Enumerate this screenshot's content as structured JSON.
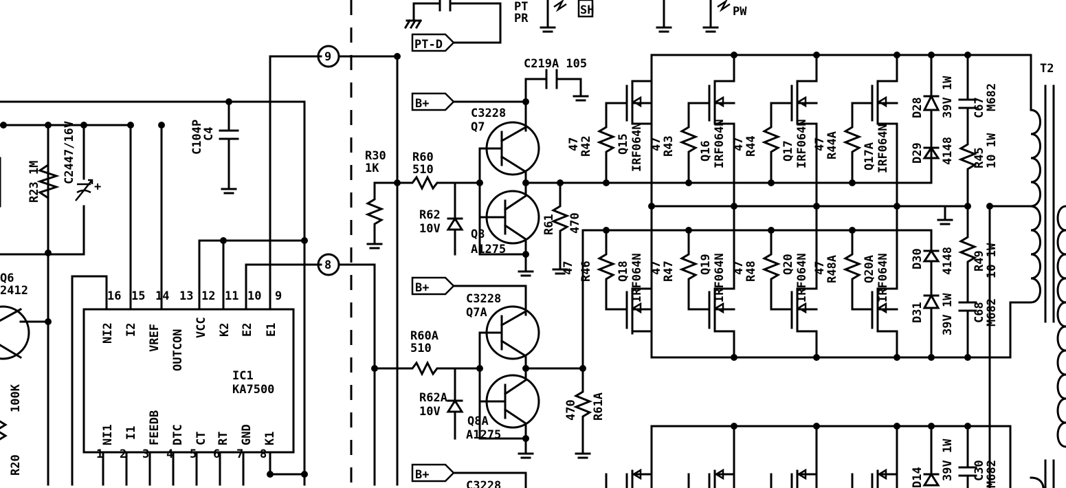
{
  "ic": {
    "ref": "IC1",
    "part": "KA7500",
    "top_pins": [
      {
        "num": "16",
        "name": "NI2"
      },
      {
        "num": "15",
        "name": "I2"
      },
      {
        "num": "14",
        "name": "VREF"
      },
      {
        "num": "13",
        "name": "OUTCON"
      },
      {
        "num": "12",
        "name": "VCC"
      },
      {
        "num": "11",
        "name": "K2"
      },
      {
        "num": "10",
        "name": "E2"
      },
      {
        "num": "9",
        "name": "E1"
      }
    ],
    "bottom_pins": [
      {
        "num": "1",
        "name": "NI1"
      },
      {
        "num": "2",
        "name": "I1"
      },
      {
        "num": "3",
        "name": "FEEDB"
      },
      {
        "num": "4",
        "name": "DTC"
      },
      {
        "num": "5",
        "name": "CT"
      },
      {
        "num": "6",
        "name": "RT"
      },
      {
        "num": "7",
        "name": "GND"
      },
      {
        "num": "8",
        "name": "K1"
      }
    ]
  },
  "connectors": {
    "c9": "9",
    "c8": "8"
  },
  "ports": {
    "pt": "PT-D",
    "bplus": "B+"
  },
  "left": {
    "r23": "R23 1M",
    "c24": "C2447/16V",
    "c4_a": "C104P",
    "c4_b": "C4",
    "q6_a": "Q6",
    "q6_b": "2412",
    "r20": "R20",
    "r20v": "100K"
  },
  "driver_a": {
    "c219": "C219A 105",
    "q7_part": "C3228",
    "q7": "Q7",
    "r30": "R30",
    "r30v": "1K",
    "r60": "R60",
    "r60v": "510",
    "r62": "R62",
    "r62v": "10V",
    "q8": "Q8",
    "q8_part": "A1275",
    "r61": "R61",
    "r61v": "470"
  },
  "driver_b": {
    "q7a_part": "C3228",
    "q7a": "Q7A",
    "r60a": "R60A",
    "r60av": "510",
    "r62a": "R62A",
    "r62av": "10V",
    "q8a": "Q8A",
    "q8a_part": "A1275",
    "r61a": "R61A",
    "r61av": "470",
    "q_next": "C3228"
  },
  "mosfets_top": [
    {
      "r_val": "47",
      "r_ref": "R42",
      "q": "Q15",
      "part": "IRF064N"
    },
    {
      "r_val": "47",
      "r_ref": "R43",
      "q": "Q16",
      "part": "IRF064N"
    },
    {
      "r_val": "47",
      "r_ref": "R44",
      "q": "Q17",
      "part": "IRF064N"
    },
    {
      "r_val": "47",
      "r_ref": "R44A",
      "q": "Q17A",
      "part": "IRF064N"
    }
  ],
  "mosfets_bottom": [
    {
      "r_val": "47",
      "r_ref": "R46",
      "q": "Q18",
      "part": "IRF064N"
    },
    {
      "r_val": "47",
      "r_ref": "R47",
      "q": "Q19",
      "part": "IRF064N"
    },
    {
      "r_val": "47",
      "r_ref": "R48",
      "q": "Q20",
      "part": "IRF064N"
    },
    {
      "r_val": "47",
      "r_ref": "R48A",
      "q": "Q20A",
      "part": "IRF064N"
    }
  ],
  "snubber": {
    "d28": "D28",
    "d28v": "39V 1W",
    "c67": "C67",
    "c67v": "M682",
    "d29": "D29",
    "d29v": "4148",
    "r45": "R45",
    "r45v": "10 1W",
    "d30": "D30",
    "d30v": "4148",
    "r49": "R49",
    "r49v": "10 1W",
    "d31": "D31",
    "d31v": "39V 1W",
    "c68": "C68",
    "c68v": "M682",
    "d14": "D14",
    "d14v": "39V 1W",
    "c30": "C30",
    "c30v": "M682"
  },
  "transformer": "T2",
  "top_cut": {
    "pt": "PT",
    "pr": "PR",
    "sh": "SH",
    "pw": "PW"
  }
}
